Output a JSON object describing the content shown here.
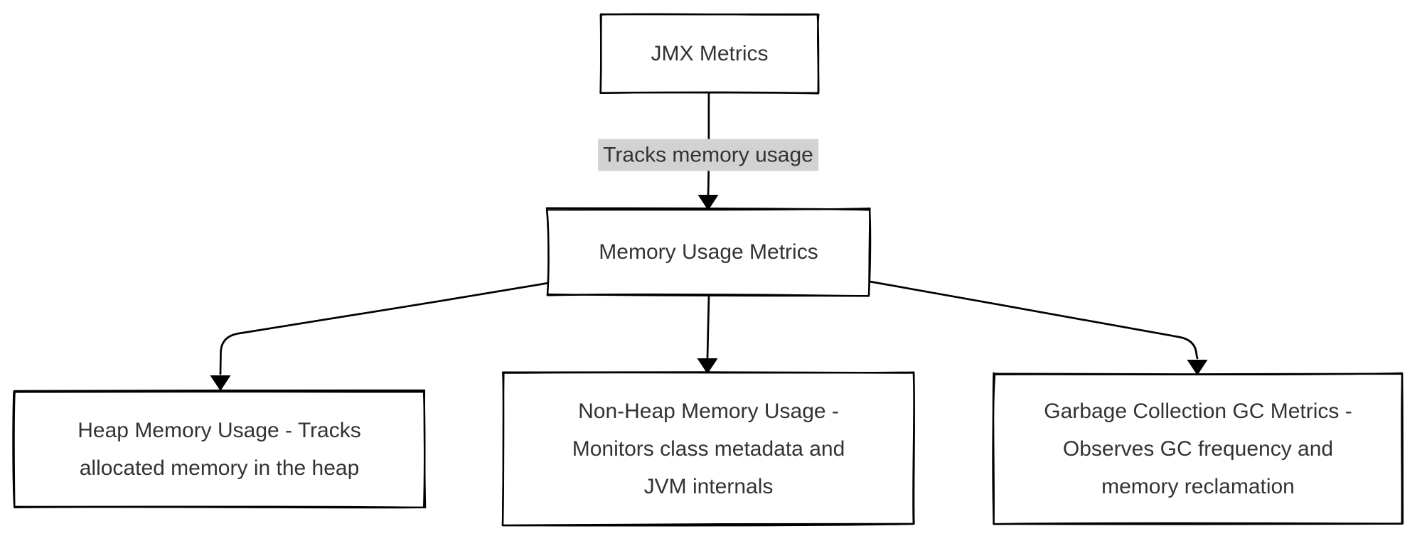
{
  "diagram": {
    "type": "flowchart",
    "nodes": [
      {
        "id": "jmx",
        "label": "JMX Metrics",
        "lines": [
          "JMX Metrics"
        ]
      },
      {
        "id": "memory",
        "label": "Memory Usage Metrics",
        "lines": [
          "Memory Usage Metrics"
        ]
      },
      {
        "id": "heap",
        "label": "Heap Memory Usage - Tracks allocated memory in the heap",
        "lines": [
          "Heap Memory Usage - Tracks",
          "allocated memory in the heap"
        ]
      },
      {
        "id": "nonheap",
        "label": "Non-Heap Memory Usage - Monitors class metadata and JVM internals",
        "lines": [
          "Non-Heap Memory Usage -",
          "Monitors class metadata and",
          "JVM internals"
        ]
      },
      {
        "id": "gc",
        "label": "Garbage Collection GC Metrics - Observes GC frequency and memory reclamation",
        "lines": [
          "Garbage Collection GC Metrics -",
          "Observes GC frequency and",
          "memory reclamation"
        ]
      }
    ],
    "edges": [
      {
        "from": "jmx",
        "to": "memory",
        "label": "Tracks memory usage"
      },
      {
        "from": "memory",
        "to": "heap"
      },
      {
        "from": "memory",
        "to": "nonheap"
      },
      {
        "from": "memory",
        "to": "gc"
      }
    ],
    "colors": {
      "canvas_bg": "#ffffff",
      "node_fill": "#ffffff",
      "border": "#000000",
      "edge_line": "#000000",
      "arrowhead": "#000000",
      "text": "#333333",
      "edge_label_bg": "#d2d2d2",
      "edge_label_text": "#333333"
    }
  }
}
